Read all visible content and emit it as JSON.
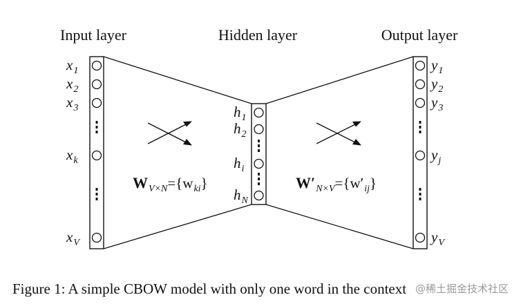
{
  "layers": {
    "input": {
      "title": "Input layer",
      "labels": [
        {
          "name": "x",
          "sub": "1"
        },
        {
          "name": "x",
          "sub": "2"
        },
        {
          "name": "x",
          "sub": "3"
        },
        {
          "name": "x",
          "sub": "k"
        },
        {
          "name": "x",
          "sub": "V"
        }
      ]
    },
    "hidden": {
      "title": "Hidden layer",
      "labels": [
        {
          "name": "h",
          "sub": "1"
        },
        {
          "name": "h",
          "sub": "2"
        },
        {
          "name": "h",
          "sub": "i"
        },
        {
          "name": "h",
          "sub": "N"
        }
      ]
    },
    "output": {
      "title": "Output layer",
      "labels": [
        {
          "name": "y",
          "sub": "1"
        },
        {
          "name": "y",
          "sub": "2"
        },
        {
          "name": "y",
          "sub": "3"
        },
        {
          "name": "y",
          "sub": "j"
        },
        {
          "name": "y",
          "sub": "V"
        }
      ]
    }
  },
  "weights": {
    "input_hidden": {
      "symbol": "W",
      "sub": "V×N",
      "eq": "={w",
      "elem_sub": "ki",
      "close": "}"
    },
    "hidden_output": {
      "symbol": "W′",
      "sub": "N×V",
      "eq": "={w′",
      "elem_sub": "ij",
      "close": "}"
    }
  },
  "caption": "Figure 1: A simple CBOW model with only one word in the context",
  "watermark": "@稀土掘金技术社区"
}
